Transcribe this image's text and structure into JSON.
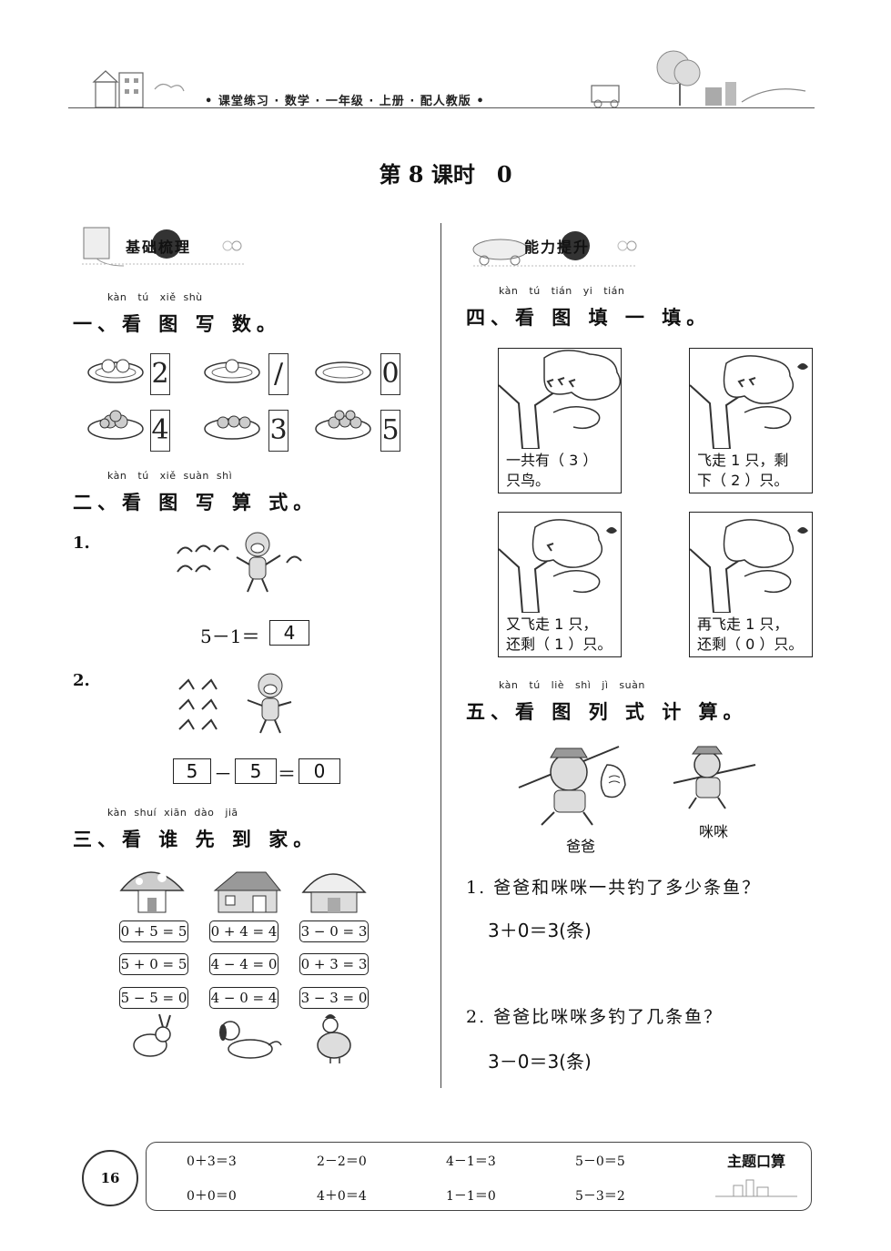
{
  "header": {
    "series": "• 课堂练习 · 数学 · 一年级 · 上册 · 配人教版 •"
  },
  "page_title": "第 8 课时　0",
  "left": {
    "banner": "基础梳理",
    "q1": {
      "pinyin": "kàn   tú   xiě  shù",
      "title": "一、看 图 写 数。",
      "answers": [
        "2",
        "/",
        "0",
        "4",
        "3",
        "5"
      ]
    },
    "q2": {
      "pinyin": "kàn   tú   xiě  suàn  shì",
      "title": "二、看 图 写 算 式。",
      "item1": {
        "num": "1.",
        "equation": "5－1＝",
        "answer": "4"
      },
      "item2": {
        "num": "2.",
        "a": "5",
        "op": "－",
        "b": "5",
        "eq": "＝",
        "result": "0"
      }
    },
    "q3": {
      "pinyin": "kàn  shuí  xiān  dào   jiā",
      "title": "三、看 谁 先 到 家。",
      "rows": [
        [
          "0 + 5 = 5",
          "0 + 4 = 4",
          "3 − 0 = 3"
        ],
        [
          "5 + 0 = 5",
          "4 − 4 = 0",
          "0 + 3 = 3"
        ],
        [
          "5 − 5 = 0",
          "4 − 0 = 4",
          "3 − 3 = 0"
        ]
      ]
    }
  },
  "right": {
    "banner": "能力提升",
    "q4": {
      "pinyin": "kàn   tú   tián   yi   tián",
      "title": "四、看 图 填 一 填。",
      "cards": [
        {
          "l1": "一共有（ 3 ）",
          "l2": "只鸟。"
        },
        {
          "l1": "飞走 1 只，剩",
          "l2": "下（ 2 ）只。"
        },
        {
          "l1": "又飞走 1 只，",
          "l2": "还剩（ 1 ）只。"
        },
        {
          "l1": "再飞走 1 只，",
          "l2": "还剩（ 0 ）只。"
        }
      ]
    },
    "q5": {
      "pinyin": "kàn   tú   liè   shì   jì   suàn",
      "title": "五、看 图 列 式 计 算。",
      "dad": "爸爸",
      "kid": "咪咪",
      "p1": {
        "question": "1. 爸爸和咪咪一共钓了多少条鱼？",
        "answer": "3＋0＝3(条)"
      },
      "p2": {
        "question": "2. 爸爸比咪咪多钓了几条鱼？",
        "answer": "3－0＝3(条)"
      }
    }
  },
  "footer": {
    "page_number": "16",
    "label": "主题口算",
    "items": [
      "0＋3＝3",
      "2－2＝0",
      "4－1＝3",
      "5－0＝5",
      "0＋0＝0",
      "4＋0＝4",
      "1－1＝0",
      "5－3＝2"
    ]
  }
}
